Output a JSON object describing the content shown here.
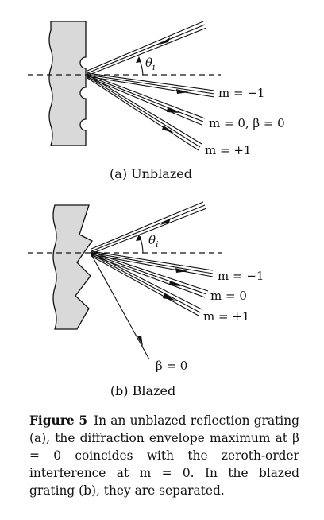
{
  "diagram_a": {
    "theta_label": "θi",
    "order_labels": [
      "m = −1",
      "m = 0, β = 0",
      "m = +1"
    ],
    "caption": "(a) Unblazed"
  },
  "diagram_b": {
    "theta_label": "θi",
    "order_labels": [
      "m = −1",
      "m = 0",
      "m = +1"
    ],
    "blaze_label": "β = 0",
    "caption": "(b) Blazed"
  },
  "figure_caption": {
    "label": "Figure 5",
    "text": "In an unblazed reflection grating (a), the diffraction envelope maximum at β = 0 coincides with the zeroth-order interference at m = 0. In the blazed grating (b), they are separated."
  }
}
